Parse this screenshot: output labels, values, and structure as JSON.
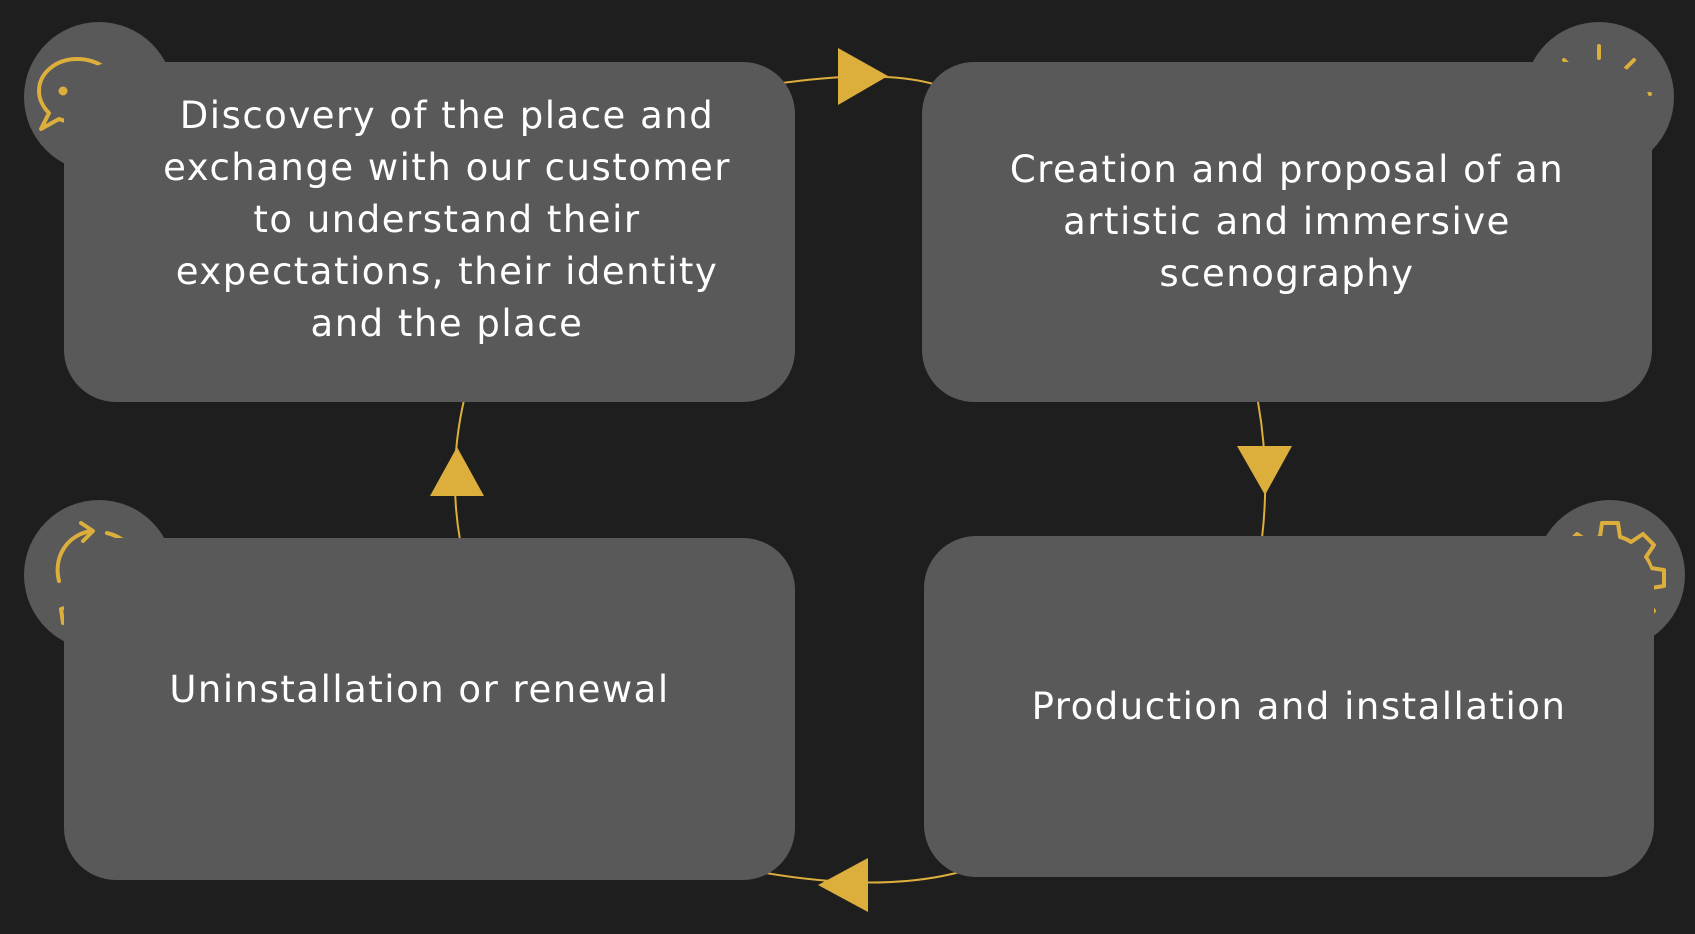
{
  "diagram": {
    "type": "cycle",
    "accent_color": "#dcae3c",
    "card_color": "#595959",
    "background_color": "#1e1e1e",
    "steps": [
      {
        "text": "Discovery of the place and exchange with our customer to understand their expectations, their identity and the place",
        "icon": "chat-bubbles-icon"
      },
      {
        "text": "Creation and proposal of an artistic and immersive scenography",
        "icon": "lightbulb-icon"
      },
      {
        "text": "Production and installation",
        "icon": "gear-check-icon"
      },
      {
        "text": "Uninstallation or renewal",
        "icon": "cycle-arrows-icon"
      }
    ]
  }
}
